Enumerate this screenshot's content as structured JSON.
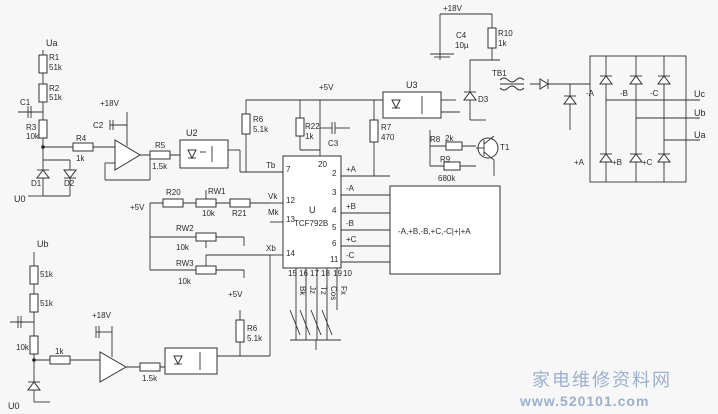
{
  "labels": {
    "ua": "Ua",
    "ub": "Ub",
    "u0_top": "U0",
    "u0_bot": "U0",
    "r1": "R1",
    "r1_val": "51k",
    "r2": "R2",
    "r2_val": "51k",
    "r3": "R3",
    "r3_val": "10k",
    "c1": "C1",
    "c2": "C2",
    "c3": "C3",
    "c4": "C4",
    "c4_val": "10µ",
    "r4": "R4",
    "r4_val": "1k",
    "r5": "R5",
    "r5_val": "1.5k",
    "d1": "D1",
    "d2": "D2",
    "d3": "D3",
    "plus18_a": "+18V",
    "plus18_b": "+18V",
    "plus18_c": "+18V",
    "plus5_a": "+5V",
    "plus5_b": "+5V",
    "plus5_c": "+5V",
    "u2": "U2",
    "u3": "U3",
    "r6": "R6",
    "r6_val": "5.1k",
    "r6b": "R6",
    "r6b_val": "5.1k",
    "r22": "R22",
    "r22_val": "1k",
    "r7": "R7",
    "r7_val": "470",
    "r8": "R8",
    "r8_val": "2k",
    "r9": "R9",
    "r9_val": "680k",
    "r10": "R10",
    "r10_val": "1k",
    "r20": "R20",
    "rw1": "RW1",
    "rw1_val": "10k",
    "r21": "R21",
    "rw2": "RW2",
    "rw2_val": "10k",
    "rw3": "RW3",
    "rw3_val": "10k",
    "tb1": "TB1",
    "t1": "T1",
    "ic_name": "U",
    "ic_part": "TCF792B",
    "pin_tb": "Tb",
    "pin_vk": "Vk",
    "pin_mk": "Mk",
    "pin_xb": "Xb",
    "p7": "7",
    "p20": "20",
    "p12": "12",
    "p13": "13",
    "p14": "14",
    "p2": "2",
    "p3": "3",
    "p4": "4",
    "p5": "5",
    "p6": "6",
    "p11": "11",
    "p15": "15",
    "p16": "16",
    "p17": "17",
    "p18": "18",
    "p19": "19",
    "p10": "10",
    "out_pa": "+A",
    "out_ma": "-A",
    "out_pb": "+B",
    "out_mb": "-B",
    "out_pc": "+C",
    "out_mc": "-C",
    "bot_bk": "Bk",
    "bot_jz": "Jz",
    "bot_tz": "Tz",
    "bot_cos": "Cos",
    "bot_fx": "Fx",
    "gate_box": "-A,+B,-B,+C,-C|+|+A",
    "br_ma": "-A",
    "br_mb": "-B",
    "br_mc": "-C",
    "br_pa": "+A",
    "br_pb": "+B",
    "br_pc": "+C",
    "uc": "Uc",
    "ub_out": "Ub",
    "ua_out": "Ua",
    "low_51k_a": "51k",
    "low_51k_b": "51k",
    "low_10k": "10k",
    "low_1k": "1k",
    "low_15k": "1.5k"
  },
  "watermark": {
    "cn": "家电维修资料网",
    "url": "www.520101.com"
  }
}
